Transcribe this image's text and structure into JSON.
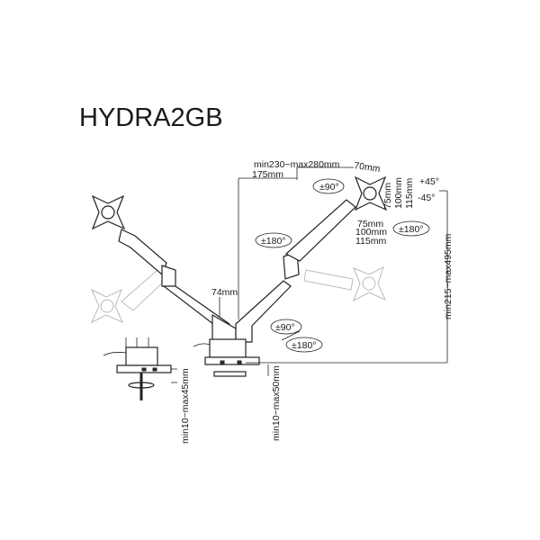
{
  "title": "HYDRA2GB",
  "dimensions": {
    "arm_length": "min230~max280mm",
    "vesa_offset": "70mm",
    "pole_offset": "175mm",
    "pole_width": "74mm",
    "height_range": "min215~max495mm",
    "grommet_thickness": "min10~max45mm",
    "clamp_thickness": "min10~max50mm",
    "vesa_v": [
      "75mm",
      "100mm",
      "115mm"
    ],
    "vesa_h": [
      "75mm",
      "100mm",
      "115mm"
    ]
  },
  "rotations": {
    "head_swivel": "±90°",
    "head_rotate": "±180°",
    "tilt_up": "+45°",
    "tilt_down": "-45°",
    "elbow_rotate": "±180°",
    "base_swivel": "±90°",
    "base_rotate": "±180°"
  }
}
